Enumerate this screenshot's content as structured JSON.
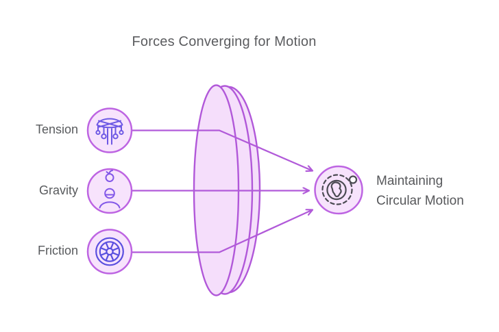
{
  "title": "Forces Converging for Motion",
  "colors": {
    "background": "#ffffff",
    "node_fill": "#f7e3fc",
    "node_stroke": "#bd64e2",
    "lens_fill": "#f5defb",
    "lens_stroke": "#b158d9",
    "connector": "#b15ad9",
    "text": "#58595c",
    "globe_stroke": "#4b4b52",
    "tension_icon": "#6d58e4",
    "gravity_icon": "#8257e8",
    "friction_icon": "#5a4fdf"
  },
  "inputs": [
    {
      "label": "Tension",
      "icon": "carousel-icon"
    },
    {
      "label": "Gravity",
      "icon": "falling-apple-icon"
    },
    {
      "label": "Friction",
      "icon": "wheel-icon"
    }
  ],
  "output": {
    "label": "Maintaining Circular Motion",
    "icon": "orbiting-globe-icon"
  }
}
